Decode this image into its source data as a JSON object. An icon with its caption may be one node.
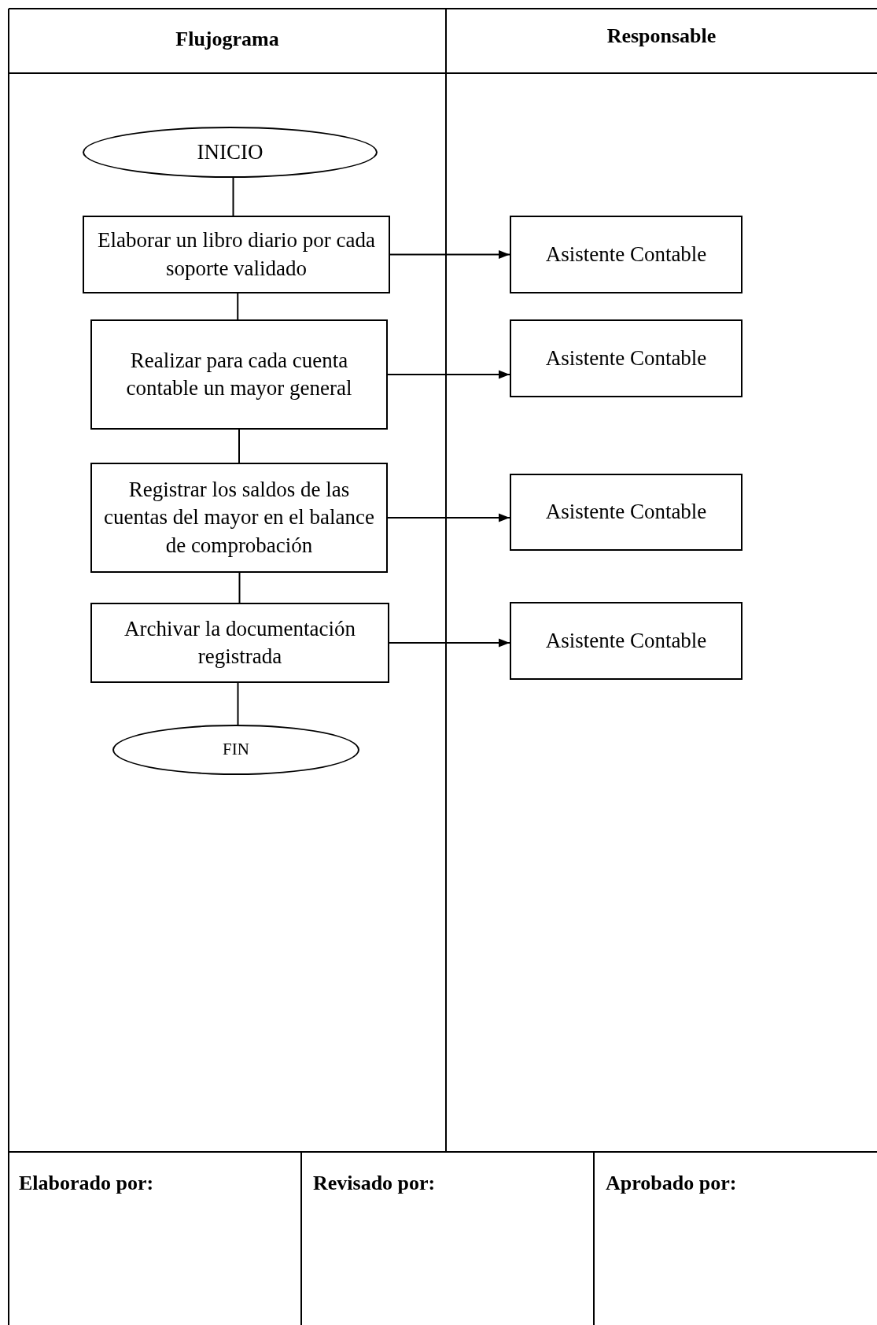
{
  "diagram": {
    "nodes": [
      {
        "text": [
          "INICIO"
        ]
      },
      {
        "text": [
          "Elaborar un libro diario por cada soporte validado"
        ]
      },
      {
        "text": [
          "Asistente Contable"
        ]
      },
      {
        "text": [
          "Realizar para cada cuenta contable un mayor general"
        ]
      },
      {
        "text": [
          "Asistente Contable"
        ]
      },
      {
        "text": [
          "Registrar los saldos de las cuentas del mayor en el balance de comprobación"
        ]
      },
      {
        "text": [
          "Asistente Contable"
        ]
      },
      {
        "text": [
          "Archivar la documentación registrada"
        ]
      },
      {
        "text": [
          "Asistente Contable"
        ]
      },
      {
        "text": [
          "FIN"
        ]
      }
    ],
    "edges": [
      {
        "from": 0,
        "to": 1,
        "arrow": "none"
      },
      {
        "from": 1,
        "to": 3,
        "arrow": "none"
      },
      {
        "from": 3,
        "to": 5,
        "arrow": "none"
      },
      {
        "from": 5,
        "to": 7,
        "arrow": "none"
      },
      {
        "from": 7,
        "to": 9,
        "arrow": "none"
      },
      {
        "from": 1,
        "to": 2,
        "arrow": "to"
      },
      {
        "from": 3,
        "to": 4,
        "arrow": "to"
      },
      {
        "from": 5,
        "to": 6,
        "arrow": "to"
      },
      {
        "from": 7,
        "to": 8,
        "arrow": "to"
      }
    ],
    "labels": [
      "Flujograma",
      "Responsable",
      "Elaborado por:",
      "Revisado por:",
      "Aprobado por:"
    ]
  }
}
